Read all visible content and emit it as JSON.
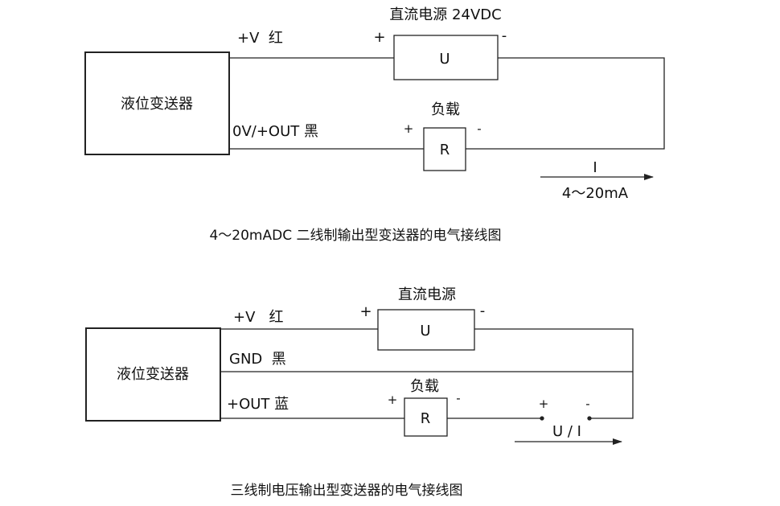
{
  "two_wire": {
    "transmitter_label": "液位变送器",
    "power_supply_title": "直流电源 24VDC",
    "power_plus": "+",
    "power_minus": "-",
    "power_box_label": "U",
    "wire_positive": "+V  红",
    "wire_output": "0V/+OUT 黑",
    "load_title": "负载",
    "load_plus": "+",
    "load_minus": "-",
    "load_box_label": "R",
    "current_label": "I",
    "current_range": "4～20mA",
    "caption": "4～20mADC 二线制输出型变送器的电气接线图"
  },
  "three_wire": {
    "transmitter_label": "液位变送器",
    "power_supply_title": "直流电源",
    "power_plus": "+",
    "power_minus": "-",
    "power_box_label": "U",
    "wire_positive": "+V   红",
    "wire_ground": "GND  黑",
    "wire_output": "+OUT 蓝",
    "load_title": "负载",
    "load_plus": "+",
    "load_minus": "-",
    "load_box_label": "R",
    "meter_plus": "+",
    "meter_minus": "-",
    "meter_label": "U / I",
    "caption": "三线制电压输出型变送器的电气接线图"
  }
}
